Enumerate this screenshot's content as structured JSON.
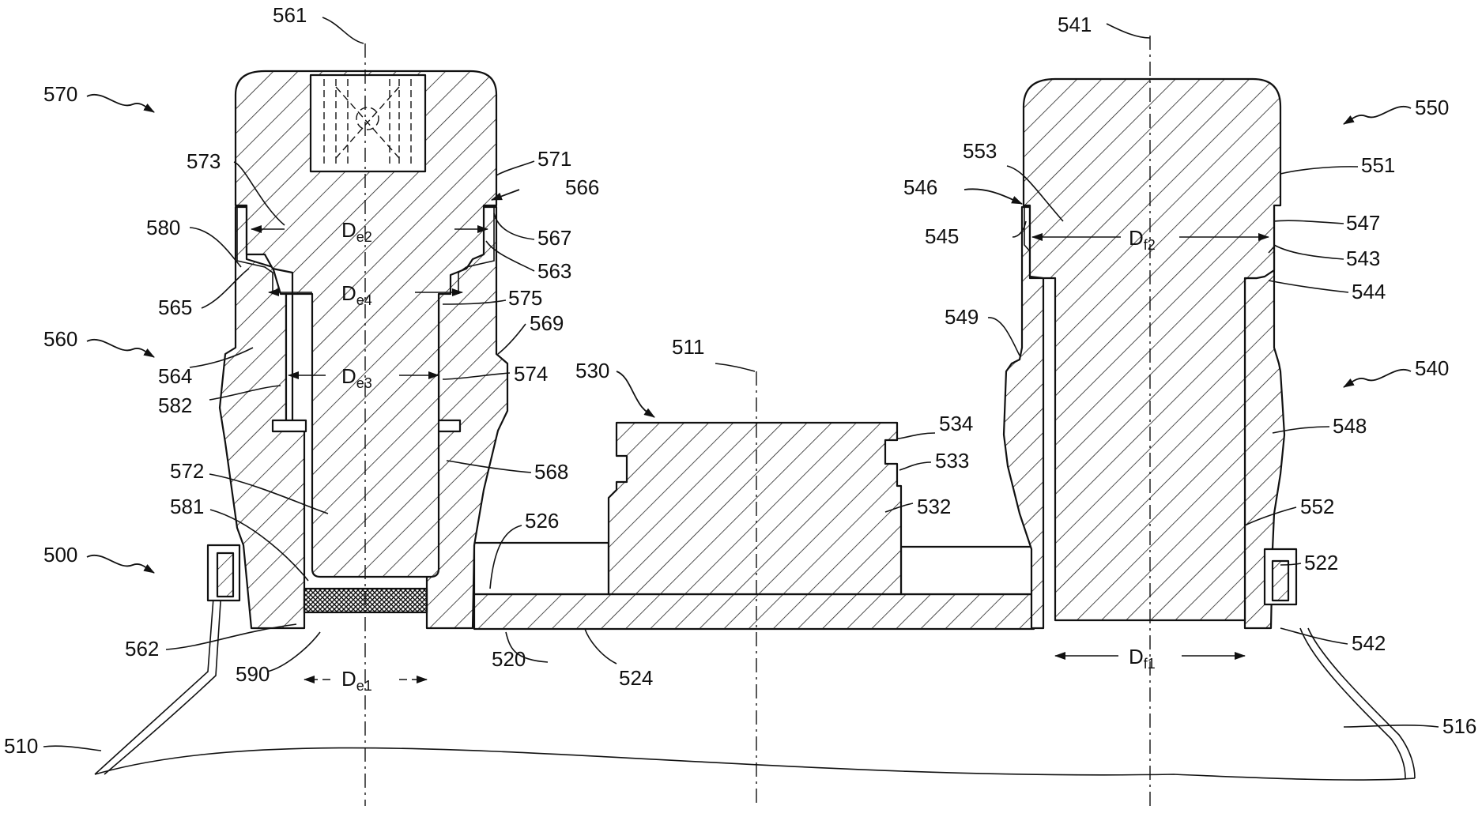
{
  "figure": {
    "refs": {
      "r500": "500",
      "r510": "510",
      "r511": "511",
      "r516": "516",
      "r520": "520",
      "r522": "522",
      "r524": "524",
      "r526": "526",
      "r530": "530",
      "r532": "532",
      "r533": "533",
      "r534": "534",
      "r540": "540",
      "r541": "541",
      "r542": "542",
      "r543": "543",
      "r544": "544",
      "r545": "545",
      "r546": "546",
      "r547": "547",
      "r548": "548",
      "r549": "549",
      "r550": "550",
      "r551": "551",
      "r552": "552",
      "r553": "553",
      "r560": "560",
      "r561": "561",
      "r562": "562",
      "r563": "563",
      "r564": "564",
      "r565": "565",
      "r566": "566",
      "r567": "567",
      "r568": "568",
      "r569": "569",
      "r570": "570",
      "r571": "571",
      "r572": "572",
      "r573": "573",
      "r574": "574",
      "r575": "575",
      "r580": "580",
      "r581": "581",
      "r582": "582",
      "r590": "590"
    },
    "dims": {
      "de1": {
        "main": "D",
        "sub": "e1"
      },
      "de2": {
        "main": "D",
        "sub": "e2"
      },
      "de3": {
        "main": "D",
        "sub": "e3"
      },
      "de4": {
        "main": "D",
        "sub": "e4"
      },
      "df1": {
        "main": "D",
        "sub": "f1"
      },
      "df2": {
        "main": "D",
        "sub": "f2"
      }
    }
  }
}
